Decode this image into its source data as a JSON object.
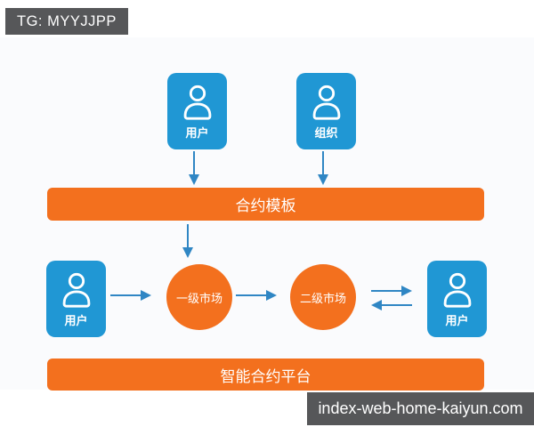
{
  "watermarks": {
    "tg_label": "TG: MYYJJPP",
    "domain_label": "index-web-home-kaiyun.com"
  },
  "colors": {
    "blue": "#2097D4",
    "orange": "#F3701E",
    "arrow": "#2F86C4",
    "badge_bg": "#565759"
  },
  "diagram": {
    "top_nodes": [
      {
        "label": "用户",
        "icon": "person-icon"
      },
      {
        "label": "组织",
        "icon": "person-icon"
      }
    ],
    "template_bar_label": "合约模板",
    "middle_row": {
      "left_node": {
        "label": "用户",
        "icon": "person-icon"
      },
      "primary_market_label": "一级市场",
      "secondary_market_label": "二级市场",
      "right_node": {
        "label": "用户",
        "icon": "person-icon"
      }
    },
    "platform_bar_label": "智能合约平台",
    "connections": [
      {
        "from": "用户(top)",
        "to": "合约模板",
        "style": "down-arrow"
      },
      {
        "from": "组织",
        "to": "合约模板",
        "style": "down-arrow"
      },
      {
        "from": "合约模板",
        "to": "一级市场",
        "style": "down-arrow"
      },
      {
        "from": "用户(left)",
        "to": "一级市场",
        "style": "right-arrow"
      },
      {
        "from": "一级市场",
        "to": "二级市场",
        "style": "right-arrow"
      },
      {
        "from": "二级市场",
        "to": "用户(right)",
        "style": "double-arrow"
      }
    ]
  }
}
